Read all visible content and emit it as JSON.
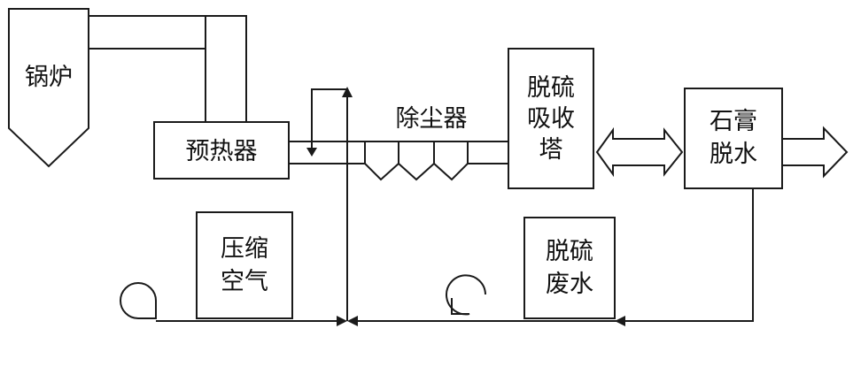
{
  "labels": {
    "boiler": "锅炉",
    "preheater": "预热器",
    "dust_collector": "除尘器",
    "absorber": [
      "脱硫",
      "吸收",
      "塔"
    ],
    "gypsum": [
      "石膏",
      "脱水"
    ],
    "compressed_air": [
      "压缩",
      "空气"
    ],
    "fgd_wastewater": [
      "脱硫",
      "废水"
    ]
  },
  "colors": {
    "line": "#1a1a1a",
    "text": "#111111",
    "background": "#ffffff"
  }
}
